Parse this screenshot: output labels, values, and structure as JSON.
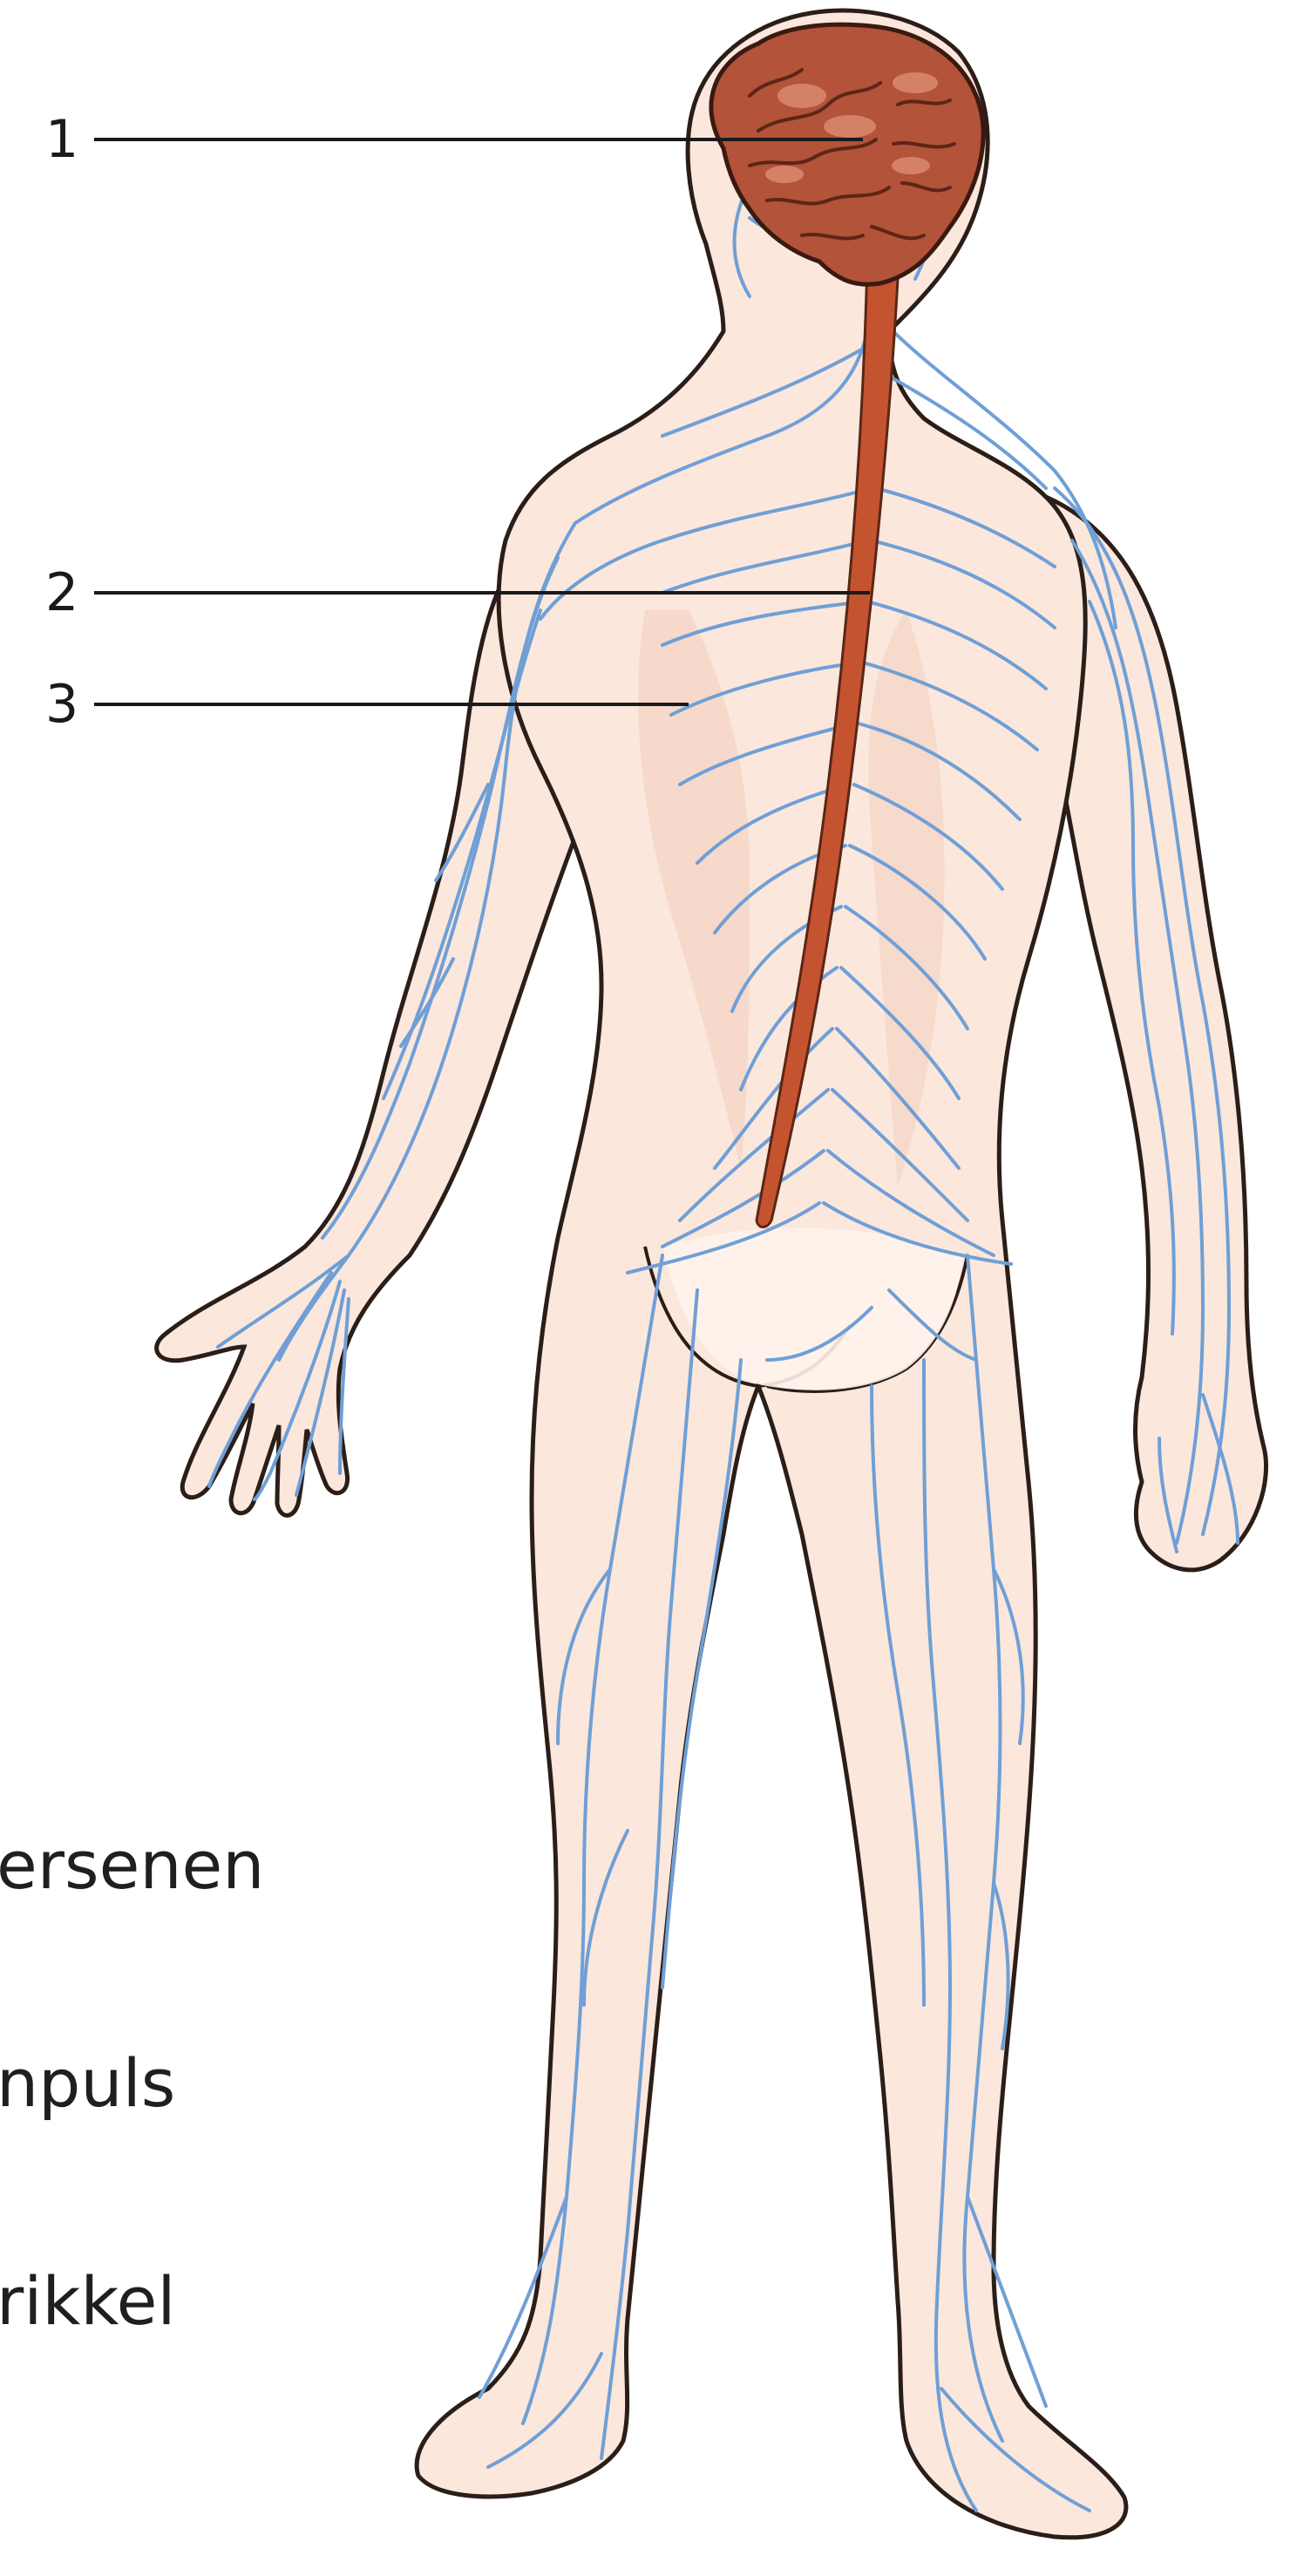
{
  "callouts": [
    {
      "number": "1"
    },
    {
      "number": "2"
    },
    {
      "number": "3"
    }
  ],
  "words": [
    {
      "text": "ersenen"
    },
    {
      "text": "npuls"
    },
    {
      "text": "rikkel"
    }
  ],
  "colors": {
    "skin": "#fbe7dc",
    "skin_shade": "#efc8b3",
    "outline": "#2b1d18",
    "nerve": "#6f9fd6",
    "spinal_cord": "#c4542f",
    "brain": "#b2533a",
    "brain_highlight": "#e89a7f"
  }
}
